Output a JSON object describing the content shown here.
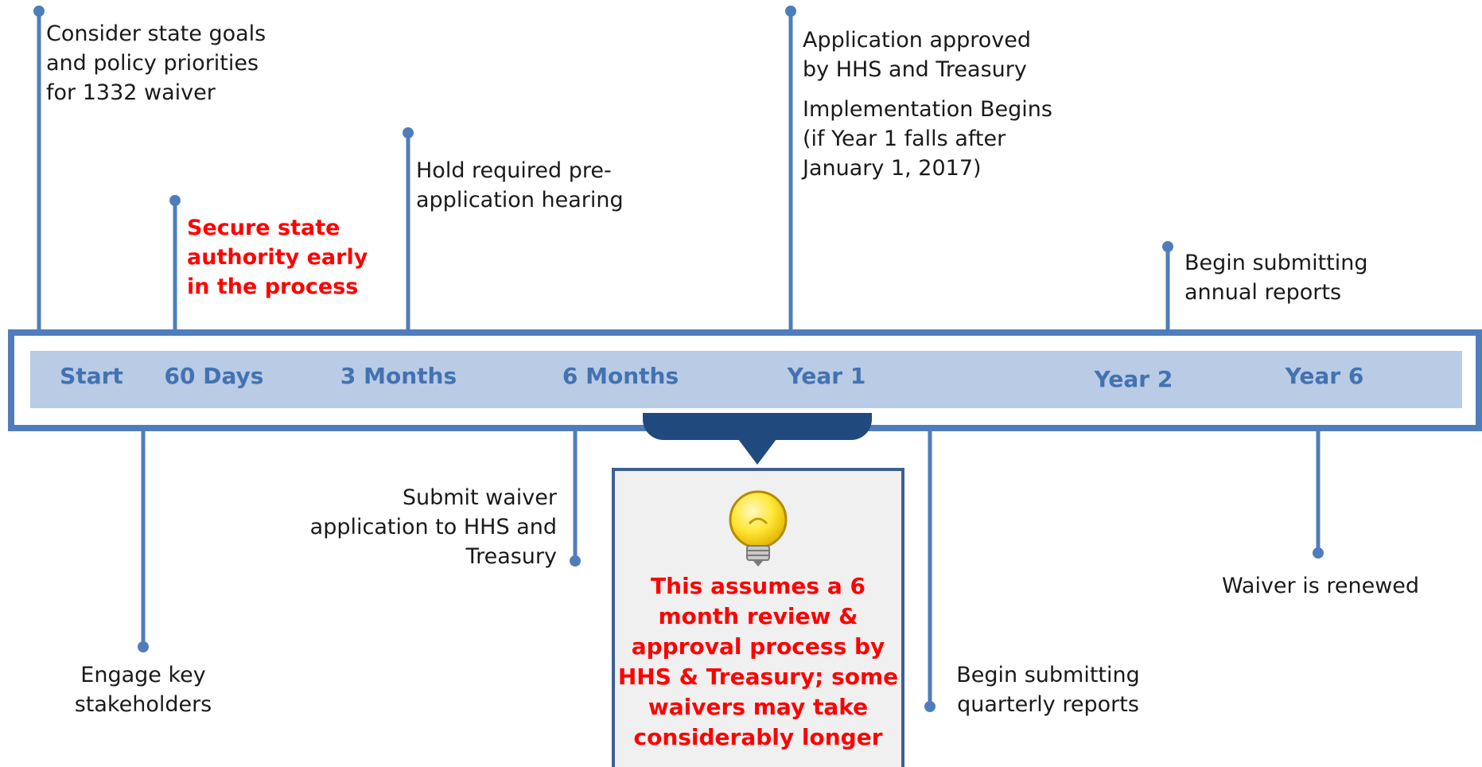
{
  "axis": {
    "ticks": [
      "Start",
      "60 Days",
      "3 Months",
      "6 Months",
      "Year 1",
      "Year 2",
      "Year 6"
    ]
  },
  "milestones_above": {
    "start": [
      "Consider state goals",
      "and policy priorities",
      "for 1332 waiver"
    ],
    "sixty_days": [
      "Secure state",
      "authority early",
      "in the process"
    ],
    "three_months": [
      "Hold  required pre-",
      "application hearing"
    ],
    "year1_approved": [
      "Application approved",
      "by HHS and Treasury"
    ],
    "year1_implementation": [
      "Implementation Begins",
      "(if Year 1 falls after",
      "January 1, 2017)"
    ],
    "year2_annual": [
      "Begin submitting",
      "annual reports"
    ]
  },
  "milestones_below": {
    "engage": [
      "Engage key",
      "stakeholders"
    ],
    "submit": [
      "Submit waiver",
      "application to HHS and",
      "Treasury"
    ],
    "quarterly": [
      "Begin submitting",
      "quarterly reports"
    ],
    "renewed": [
      "Waiver is renewed"
    ]
  },
  "callout": {
    "icon": "lightbulb-icon",
    "lines": [
      "This assumes a 6",
      "month review &",
      "approval process by",
      "HHS & Treasury; some",
      "waivers may take",
      "considerably longer"
    ]
  },
  "colors": {
    "accent": "#4f7dbb",
    "band": "#b9cbe5",
    "tick_text": "#4372b1",
    "highlight": "#ff0000",
    "callout_tab": "#204a7e"
  }
}
